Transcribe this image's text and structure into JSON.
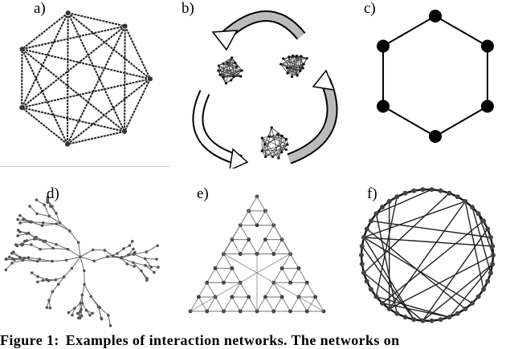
{
  "panels": {
    "a": {
      "label": "a)"
    },
    "b": {
      "label": "b)"
    },
    "c": {
      "label": "c)"
    },
    "d": {
      "label": "d)"
    },
    "e": {
      "label": "e)"
    },
    "f": {
      "label": "f)"
    }
  },
  "caption": {
    "figure_label": "Figure 1:",
    "text": "Examples of interaction networks.  The networks on"
  },
  "colors": {
    "ink": "#000000",
    "edge_gray": "#555555",
    "node_gray": "#666666",
    "arrow_fill": "#bbbbbb"
  }
}
